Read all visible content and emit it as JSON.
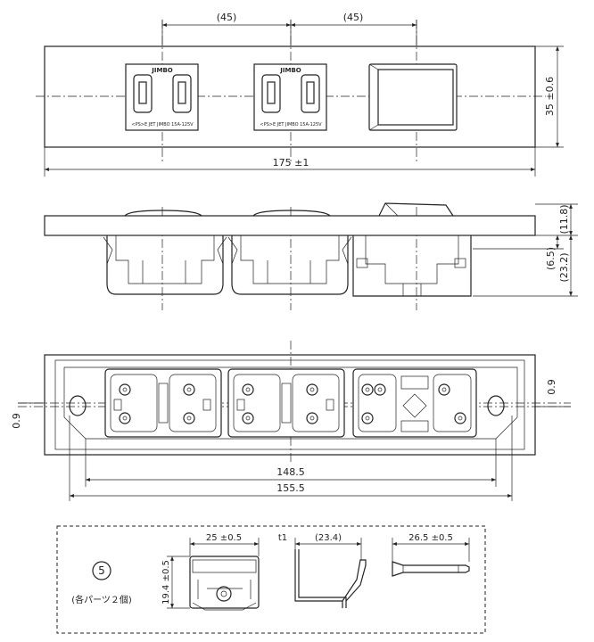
{
  "views": {
    "front": {
      "dims": {
        "pitch_left": "(45)",
        "pitch_right": "(45)",
        "height": "35 ±0.6",
        "width": "175 ±1"
      },
      "outlet_brand": "JIMBO",
      "outlet_rating": "<PS>E JET JIMBO 15A-125V"
    },
    "side": {
      "dims": {
        "depth_plate": "(11.8)",
        "depth_body": "(6.5)",
        "depth_total": "(23.2)"
      }
    },
    "back": {
      "dims": {
        "offset_left": "0.9",
        "offset_right": "0.9",
        "inner_width": "148.5",
        "hole_pitch": "155.5"
      }
    }
  },
  "parts": {
    "marker": "5",
    "note": "(各パーツ２個)",
    "bracket_width": "25 ±0.5",
    "bracket_height": "19.4 ±0.5",
    "spring_thickness": "t1",
    "spring_length": "(23.4)",
    "screw_length": "26.5 ±0.5"
  }
}
